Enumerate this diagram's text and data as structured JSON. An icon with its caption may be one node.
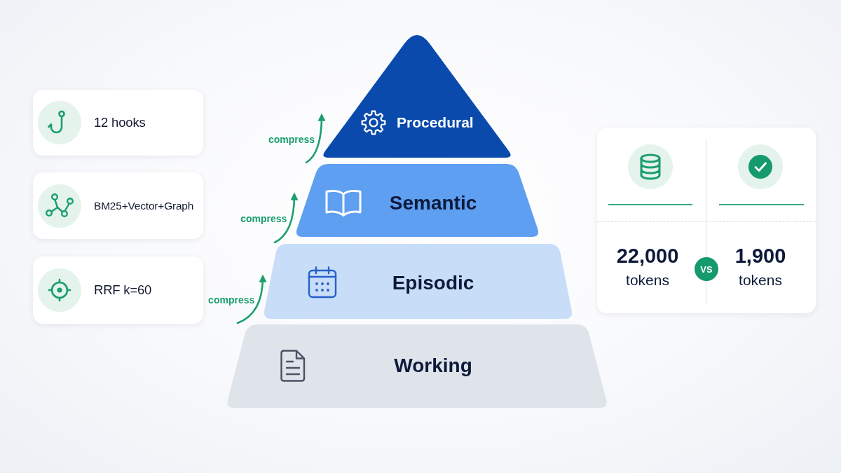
{
  "diagram": {
    "nodes": [
      {
        "text": [
          "12 hooks"
        ]
      },
      {
        "text": [
          "BM25+Vector+Graph"
        ]
      },
      {
        "text": [
          "RRF k=60"
        ]
      },
      {
        "text": [
          "Procedural"
        ]
      },
      {
        "text": [
          "Semantic"
        ]
      },
      {
        "text": [
          "Episodic"
        ]
      },
      {
        "text": [
          "Working"
        ]
      },
      {
        "text": [
          "22,000",
          "tokens",
          "1,900",
          "tokens"
        ]
      },
      {
        "text": [
          "VS"
        ],
        "in": 7
      }
    ],
    "edges": [
      {
        "from": 6,
        "to": 5,
        "arrow": "to",
        "label": "compress"
      },
      {
        "from": 5,
        "to": 4,
        "arrow": "to",
        "label": "compress"
      },
      {
        "from": 4,
        "to": 3,
        "arrow": "to",
        "label": "compress"
      }
    ]
  }
}
